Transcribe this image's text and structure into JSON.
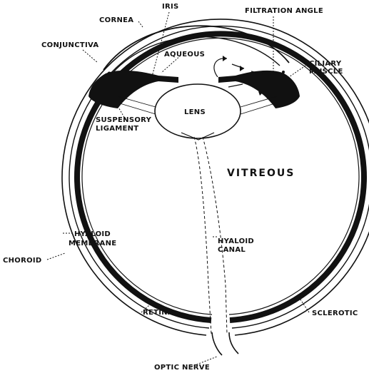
{
  "labels": {
    "iris": "IRIS",
    "filtration_angle": "FILTRATION ANGLE",
    "cornea": "CORNEA",
    "conjunctiva": "CONJUNCTIVA",
    "aqueous": "AQUEOUS",
    "ciliary": "CILIARY",
    "muscle": "MUSCLE",
    "lens": "LENS",
    "suspensory": "SUSPENSORY",
    "ligament": "LIGAMENT",
    "vitreous": "VITREOUS",
    "hyaloid": "HYALOID",
    "membrane": "MEMBRANE",
    "choroid": "CHOROID",
    "hyaloid_canal_1": "HYALOID",
    "hyaloid_canal_2": "CANAL",
    "retina": "RETINA",
    "sclerotic": "SCLEROTIC",
    "optic_nerve": "OPTIC NERVE"
  },
  "colors": {
    "ink": "#111111",
    "paper": "#ffffff"
  }
}
